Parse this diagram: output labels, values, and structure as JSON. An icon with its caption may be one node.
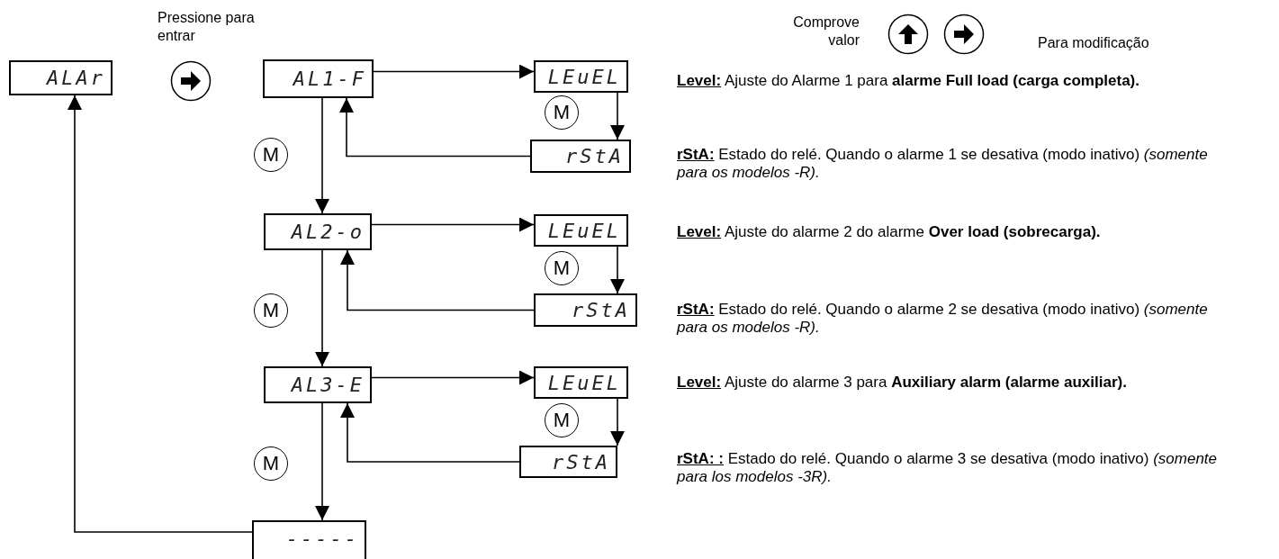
{
  "diagram": {
    "nodes": [
      {
        "text": [
          "ALAr"
        ]
      },
      {
        "text": [
          "AL1-F"
        ]
      },
      {
        "text": [
          "LEuEL"
        ]
      },
      {
        "text": [
          "rStA"
        ]
      },
      {
        "text": [
          "AL2-o"
        ]
      },
      {
        "text": [
          "LEuEL"
        ]
      },
      {
        "text": [
          "rStA"
        ]
      },
      {
        "text": [
          "AL3-E"
        ]
      },
      {
        "text": [
          "LEuEL"
        ]
      },
      {
        "text": [
          "rStA"
        ]
      },
      {
        "text": [
          "-----"
        ]
      }
    ],
    "edges": [
      {
        "from": 1,
        "to": 2,
        "arrow": "to"
      },
      {
        "from": 2,
        "to": 3,
        "arrow": "to",
        "label": "M"
      },
      {
        "from": 3,
        "to": 1,
        "arrow": "to"
      },
      {
        "from": 1,
        "to": 4,
        "arrow": "to",
        "label": "M"
      },
      {
        "from": 4,
        "to": 5,
        "arrow": "to"
      },
      {
        "from": 5,
        "to": 6,
        "arrow": "to",
        "label": "M"
      },
      {
        "from": 6,
        "to": 4,
        "arrow": "to"
      },
      {
        "from": 4,
        "to": 7,
        "arrow": "to",
        "label": "M"
      },
      {
        "from": 7,
        "to": 8,
        "arrow": "to"
      },
      {
        "from": 8,
        "to": 9,
        "arrow": "to",
        "label": "M"
      },
      {
        "from": 9,
        "to": 7,
        "arrow": "to"
      },
      {
        "from": 7,
        "to": 10,
        "arrow": "to",
        "label": "M"
      },
      {
        "from": 10,
        "to": 0,
        "arrow": "to"
      }
    ],
    "labels": [
      "Pressione para entrar",
      "Comprove valor",
      "Para modificação",
      "**Level:** Ajuste do Alarme 1 para **alarme Full load (carga completa).**",
      "**rStA:** Estado do relé. Quando o alarme 1 se desativa (modo inativo) *(somente para os modelos -R).*",
      "**Level:** Ajuste do alarme 2 do alarme **Over load (sobrecarga).**",
      "**rStA:** Estado do relé. Quando o alarme 2 se desativa (modo inativo) *(somente para os modelos -R).*",
      "**Level:** Ajuste do alarme 3 para  **Auxiliary alarm (alarme auxiliar).**",
      "**rStA: :** Estado do relé. Quando o alarme 3 se desativa (modo inativo) *(somente para los modelos -3R).*"
    ]
  }
}
